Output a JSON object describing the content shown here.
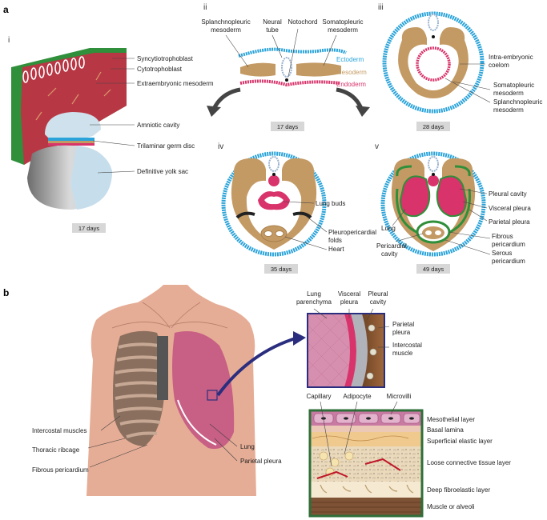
{
  "panel_a": {
    "letter": "a",
    "i": {
      "numeral": "i",
      "labels": [
        "Syncytiotrophoblast",
        "Cytotrophoblast",
        "Extraembryonic mesoderm",
        "Amniotic cavity",
        "Trilaminar germ disc",
        "Definitive yolk sac"
      ],
      "days": "17 days"
    },
    "ii": {
      "numeral": "ii",
      "top": [
        [
          "Splanchnopleuric",
          "mesoderm"
        ],
        [
          "Neural",
          "tube"
        ],
        [
          "Notochord"
        ],
        [
          "Somatopleuric",
          "mesoderm"
        ]
      ],
      "layers": {
        "ecto": "Ectoderm",
        "meso": "Mesoderm",
        "endo": "Endoderm"
      },
      "days": "17 days"
    },
    "iii": {
      "numeral": "iii",
      "labels": [
        [
          "Intra-embryonic",
          "coelom"
        ],
        [
          "Somatopleuric",
          "mesoderm"
        ],
        [
          "Splanchnopleuric",
          "mesoderm"
        ]
      ],
      "days": "28 days"
    },
    "iv": {
      "numeral": "iv",
      "labels": [
        [
          "Lung buds"
        ],
        [
          "Pleuropericardial",
          "folds"
        ],
        [
          "Heart"
        ]
      ],
      "days": "35 days"
    },
    "v": {
      "numeral": "v",
      "right": [
        [
          "Pleural cavity"
        ],
        [
          "Visceral pleura"
        ],
        [
          "Parietal pleura"
        ],
        [
          "Fibrous",
          "pericardium"
        ],
        [
          "Serous",
          "pericardium"
        ]
      ],
      "left": [
        [
          "Lung"
        ],
        [
          "Pericardial",
          "cavity"
        ]
      ],
      "days": "49 days"
    }
  },
  "panel_b": {
    "letter": "b",
    "torso_labels": [
      "Intercostal muscles",
      "Thoracic ribcage",
      "Fibrous pericardium"
    ],
    "lung_labels": [
      "Lung",
      "Parietal pleura"
    ],
    "zoom": {
      "top": [
        [
          "Lung",
          "parenchyma"
        ],
        [
          "Visceral",
          "pleura"
        ],
        [
          "Pleural",
          "cavity"
        ]
      ],
      "right": [
        [
          "Parietal",
          "pleura"
        ],
        [
          "Intercostal",
          "muscle"
        ]
      ]
    },
    "histo": {
      "top": [
        "Capillary",
        "Adipocyte",
        "Microvilli"
      ],
      "layers": [
        "Mesothelial layer",
        "Basal lamina",
        "Superficial elastic layer",
        "Loose connective tissue layer",
        "Deep fibroelastic layer",
        "Muscle or alveoli"
      ]
    }
  },
  "colors": {
    "ectoderm": "#29a3d9",
    "mesoderm": "#c49a64",
    "endoderm": "#d8336a",
    "trophoblast": "#b83744",
    "chorion_green": "#2f8f3a",
    "skin": "#e6ad96",
    "lung": "#c85f84"
  }
}
